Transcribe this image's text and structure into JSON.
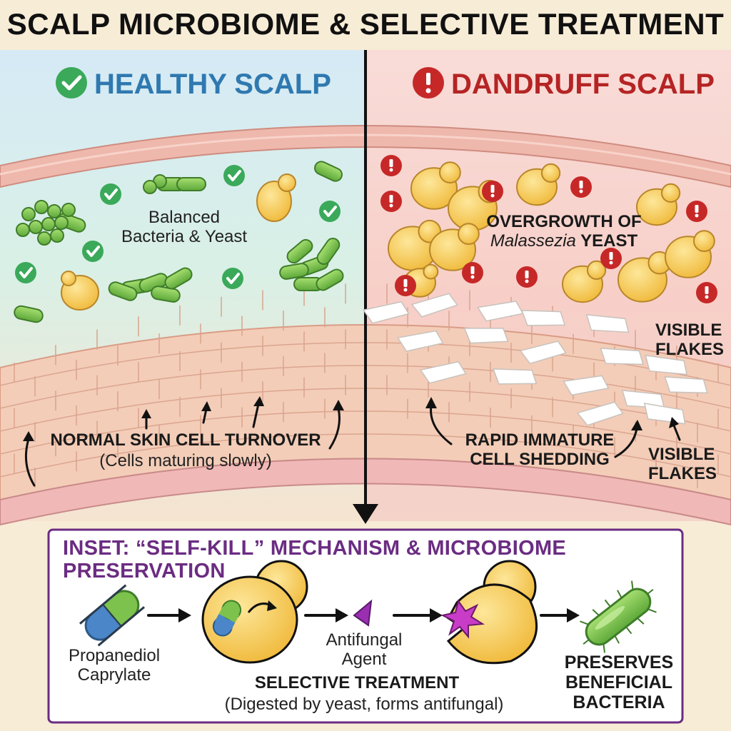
{
  "title": "SCALP MICROBIOME & SELECTIVE TREATMENT",
  "healthy": {
    "heading": "HEALTHY SCALP",
    "balanced_line1": "Balanced",
    "balanced_line2": "Bacteria & Yeast",
    "turnover_label": "NORMAL SKIN CELL TURNOVER",
    "turnover_sub": "(Cells maturing slowly)"
  },
  "dandruff": {
    "heading": "DANDRUFF SCALP",
    "overgrowth_line1": "OVERGROWTH OF",
    "overgrowth_genus": "Malassezia",
    "overgrowth_suffix": "YEAST",
    "flakes_upper_line1": "VISIBLE",
    "flakes_upper_line2": "FLAKES",
    "shedding_line1": "RAPID IMMATURE",
    "shedding_line2": "CELL SHEDDING",
    "flakes_lower_line1": "VISIBLE",
    "flakes_lower_line2": "FLAKES"
  },
  "inset": {
    "heading": "INSET: “SELF-KILL” MECHANISM & MICROBIOME PRESERVATION",
    "capsule_line1": "Propanediol",
    "capsule_line2": "Caprylate",
    "agent_line1": "Antifungal",
    "agent_line2": "Agent",
    "treatment_label": "SELECTIVE TREATMENT",
    "treatment_sub": "(Digested by yeast, forms antifungal)",
    "preserve_line1": "PRESERVES",
    "preserve_line2": "BENEFICIAL",
    "preserve_line3": "BACTERIA"
  },
  "colors": {
    "healthy_accent": "#2f79b0",
    "check_green": "#3aa95a",
    "dandruff_accent": "#c62828",
    "inset_purple": "#6b2c82",
    "bacteria_green": "#7cc24c",
    "yeast_yellow": "#f6c94a"
  },
  "icons": {
    "healthy": "check-circle-icon",
    "dandruff": "exclamation-circle-icon",
    "capsule": "capsule-icon",
    "agent": "triangle-icon",
    "bacterium": "bacterium-icon"
  }
}
